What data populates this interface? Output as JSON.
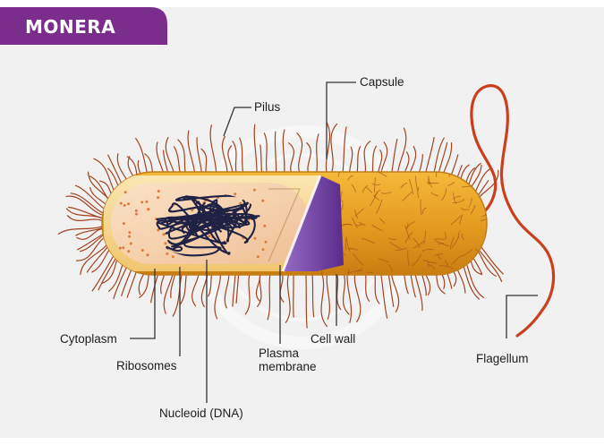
{
  "title": "MONERA",
  "labels": {
    "pilus": "Pilus",
    "capsule": "Capsule",
    "cytoplasm": "Cytoplasm",
    "ribosomes": "Ribosomes",
    "nucleoid": "Nucleoid (DNA)",
    "plasma_line1": "Plasma",
    "plasma_line2": "membrane",
    "cell_wall": "Cell wall",
    "flagellum": "Flagellum"
  },
  "colors": {
    "title_banner": "#7b2d8e",
    "background": "#f2f1f1",
    "capsule": "#e39a1e",
    "cell_wall": "#f7d78f",
    "cytoplasm": "#f4cfa8",
    "plasma_membrane": "#7a47a8",
    "pili": "#a2431f",
    "flagellum": "#c9401d",
    "nucleoid": "#1f2244"
  }
}
